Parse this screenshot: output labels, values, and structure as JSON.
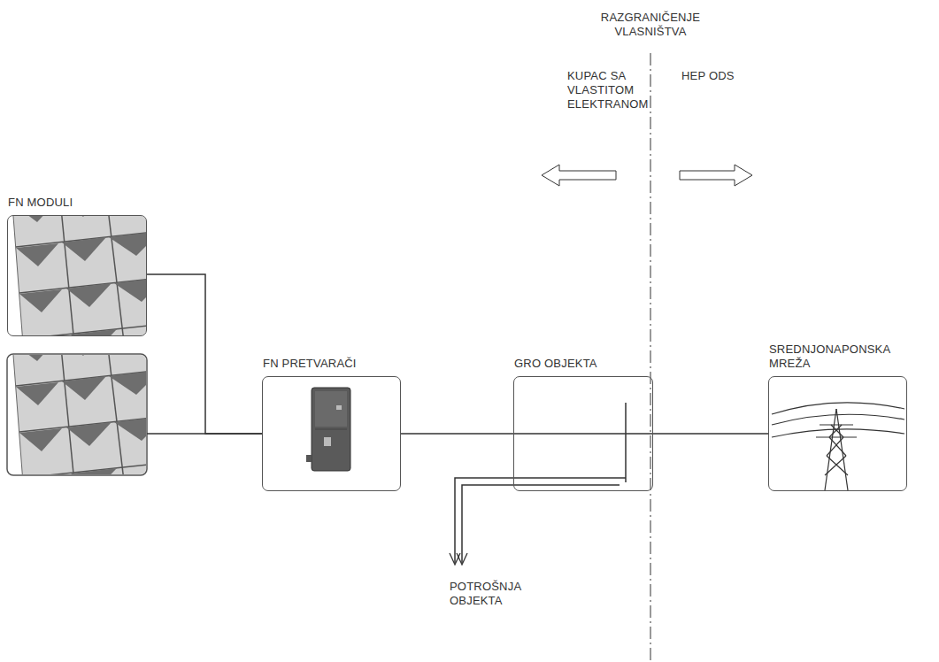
{
  "diagram": {
    "nodes": [
      {
        "text": [
          "FN MODULI"
        ]
      },
      {
        "text": [
          "FN PRETVARAČI"
        ]
      },
      {
        "text": [
          "GRO OBJEKTA"
        ]
      },
      {
        "text": [
          "SREDNJONAPONSKA MREŽA"
        ]
      }
    ],
    "edges": [
      {
        "from": 0,
        "to": 1,
        "arrow": "none"
      },
      {
        "from": 1,
        "to": 2,
        "arrow": "none"
      },
      {
        "from": 2,
        "to": 3,
        "arrow": "none"
      }
    ],
    "labels": [
      "RAZGRANIČENJE VLASNIŠTVA",
      "KUPAC SA VLASTITOM ELEKTRANOM",
      "HEP ODS",
      "POTROŠNJA OBJEKTA"
    ]
  }
}
